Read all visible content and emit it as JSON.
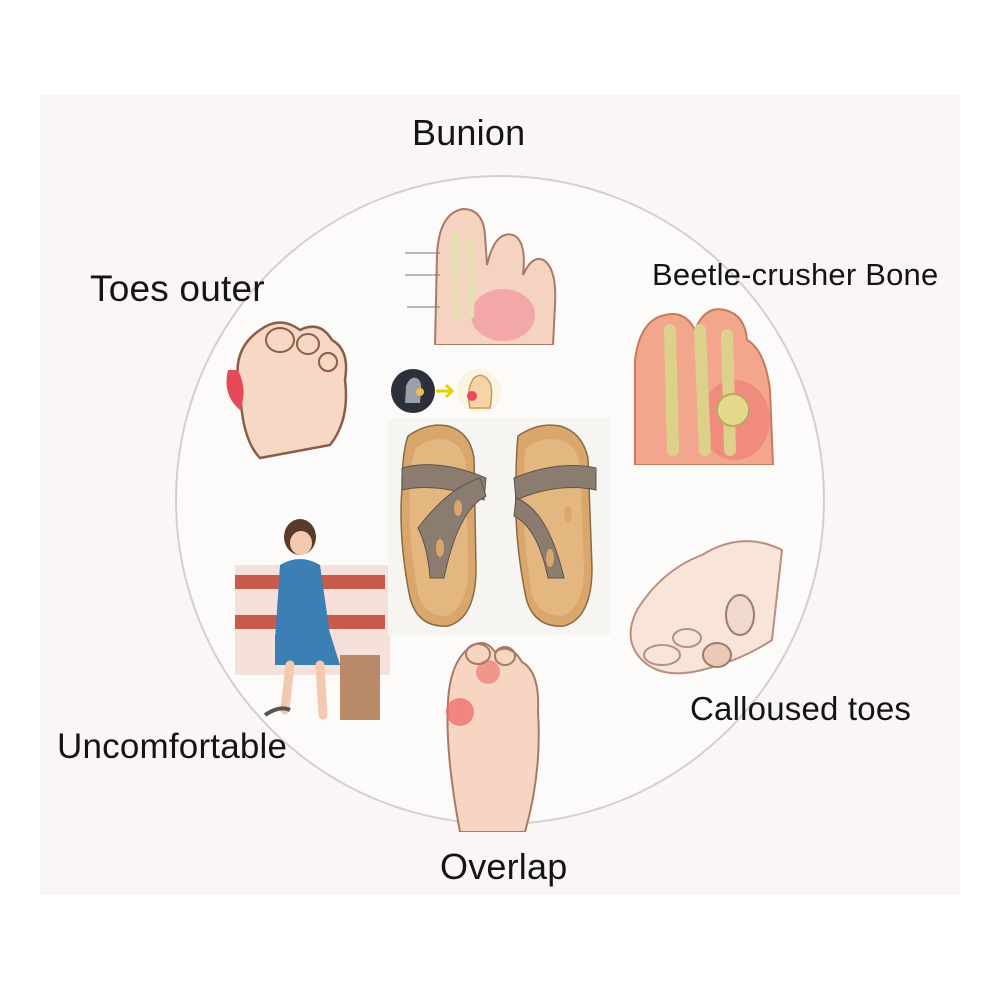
{
  "labels": {
    "bunion": "Bunion",
    "toes_outer": "Toes outer",
    "beetle_crusher": "Beetle-crusher Bone",
    "calloused": "Calloused toes",
    "uncomfortable": "Uncomfortable",
    "overlap": "Overlap"
  },
  "colors": {
    "skin": "#f6d8c4",
    "skin_outline": "#9b6f5a",
    "inflammation": "#e84a5a",
    "bone": "#d9c96a",
    "sandal_leather": "#8a7b6c",
    "sandal_sole": "#d6a46a",
    "ring": "#d4cdd8"
  }
}
